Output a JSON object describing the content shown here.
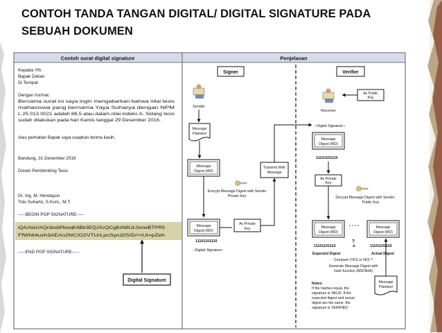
{
  "slide_title": "CONTOH  TANDA TANGAN DIGITAL/ DIGITAL SIGNATURE PADA SEBUAH DOKUMEN",
  "left_header": "Contoh surat digital signature",
  "right_header": "Penjelasan",
  "letter": {
    "greeting": [
      "Kepada Yth.",
      "Bapak Dekan",
      "Di Tempat"
    ],
    "salutation": "Dengan hormat.",
    "body_lines": [
      "Bersama surat ini saya ingin mengabarkan bahwa nilai tesis",
      "mahasiswa yang bernama   Yaya Suharya dengan NPM",
      "L.25.013.0021 adalah 86,5 atau dalam nilai indeks A. Sidang tesis",
      "sudah dilakukan pada hari Kamis tanggal 29 Desember 2016."
    ],
    "closing": "Atas perhatian Bapak saya ucapkan terima kasih.",
    "place_date": "Bandung, 31 Desember 2016",
    "role": "Dosen Pembimbing Tesis",
    "signers": [
      "Dr. Ing. M. Hendayun",
      "Toto Suharto, S.Kom., M.T."
    ],
    "pgp_begin": "-----BEGIN PGP SIGNATURE-----",
    "pgp_lines": [
      "iQA/AwUAQnibsbPbxejK4Bb3EQJXvQCgBzN6UL0xnwBTPR5",
      "FfWNt4uxh3AEAn2NC/G2VTUrLpcSyo2l/S/D/+rUI=pZeh"
    ],
    "pgp_end": "-----END PGP SIGNATURE-----",
    "callout": "Digital Signature"
  },
  "diagram": {
    "signer_label": "Signer",
    "verifier_label": "Verifier",
    "sender": "Sender",
    "receiver": "Receiver",
    "msg_plaintext": [
      "Message",
      "Plaintext"
    ],
    "msg_digest_md": [
      "Message",
      "Digest (MD)"
    ],
    "encrypt_label": [
      "Encrypt Message Digest with Sender",
      "Private Key"
    ],
    "private_key": [
      "As Private",
      "Key"
    ],
    "signer_bits": "11101101110",
    "digital_signature_tag": "‹Digital Signature›",
    "transmit": [
      "Transmit With",
      "Message"
    ],
    "public_key": [
      "As Public",
      "Key"
    ],
    "verifier_sig_tag": "‹ Digital Signature ›",
    "verifier_digest": [
      "Message",
      "Digest (MD)"
    ],
    "verifier_bits": "11101101110",
    "decrypt_label": [
      "Decrypt Message Digest with Sender",
      "Public Key"
    ],
    "question": "?",
    "equal_sign": "=",
    "expected_bits": "11101101110",
    "actual_bits": "11101101110",
    "expected_label": "Expected Digest",
    "actual_label": "Actual Digest",
    "compare_lines": [
      "Compare (YES or NO) ?",
      "Generate Message Digest with",
      "hash function (MD/SHA)"
    ],
    "notes_lines": [
      "Notes:",
      "If the hashes equal, the",
      "signature is VALID. If the",
      "expected digest and actual",
      "digest are the same, the",
      "signature is VERIFIED"
    ]
  },
  "colors": {
    "accent": "#c0392b",
    "header_fill": "#d4dcea",
    "person_fill": "#e9d9a8",
    "key_fill": "#d2c48b"
  }
}
